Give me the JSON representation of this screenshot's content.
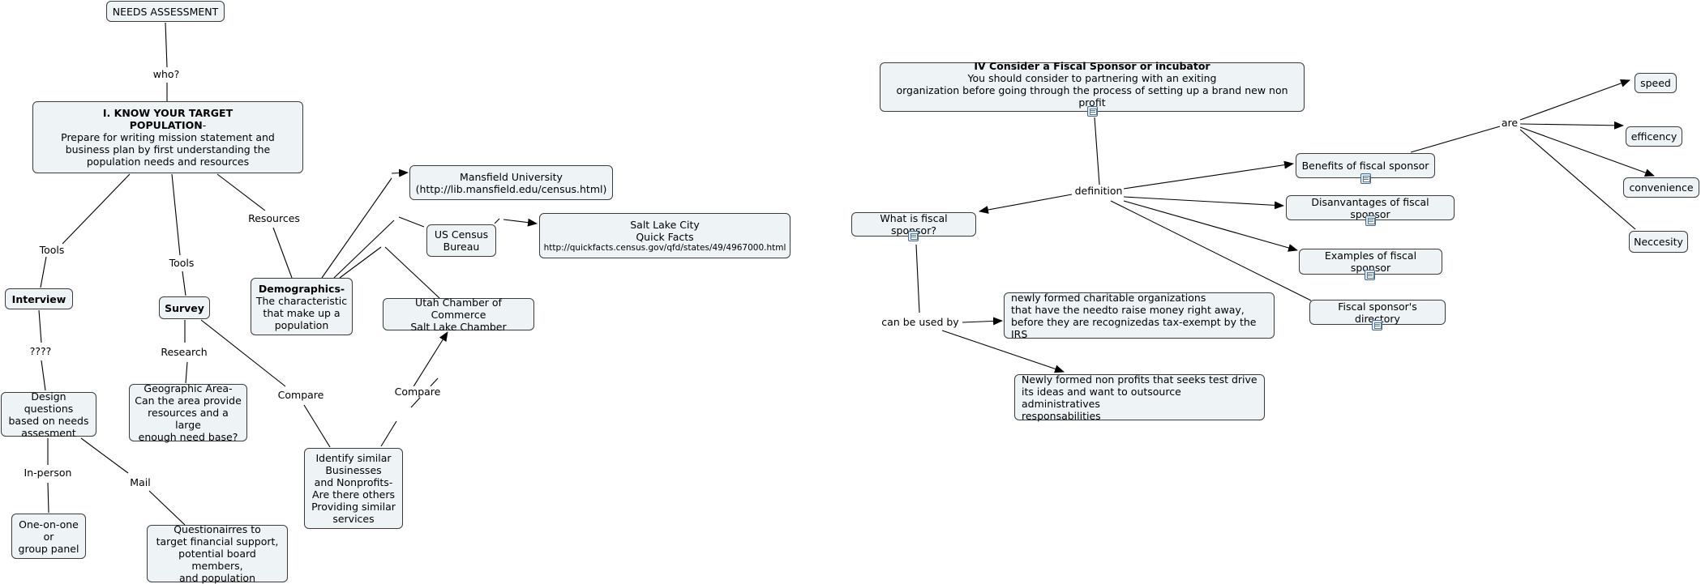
{
  "left_map": {
    "needs_assessment": "NEEDS ASSESSMENT",
    "who_label": "who?",
    "know_population": {
      "title": "I.  KNOW YOUR TARGET",
      "title2": "POPULATION",
      "dash": "-",
      "body": [
        "Prepare for writing mission statement and",
        "business plan by first understanding the",
        "population needs and resources"
      ]
    },
    "tools_label_1": "Tools",
    "tools_label_2": "Tools",
    "resources_label": "Resources",
    "interview": "Interview",
    "survey": "Survey",
    "demographics": {
      "title": "Demographics-",
      "body": [
        "The characteristic",
        "that make up a",
        "population"
      ]
    },
    "unknown_label": "????",
    "research_label": "Research",
    "compare_label_1": "Compare",
    "compare_label_2": "Compare",
    "design_questions": [
      "Design questions",
      "based on needs",
      "assesment"
    ],
    "geographic_area": [
      "Geographic Area-",
      "Can the area provide",
      "resources and a large",
      "enough need base?"
    ],
    "in_person_label": "In-person",
    "mail_label": "Mail",
    "one_on_one": [
      "One-on-one",
      "or",
      "group panel"
    ],
    "questionnaires": [
      "Questionairres to",
      "target financial support,",
      "potential board members,",
      "and population"
    ],
    "identify_similar": [
      "Identify similar",
      "Businesses",
      "and Nonprofits-",
      "Are there others",
      "Providing similar",
      "services"
    ],
    "mansfield": [
      "Mansfield University",
      "(http://lib.mansfield.edu/census.html)"
    ],
    "us_census": [
      "US Census",
      "Bureau"
    ],
    "salt_lake_city": [
      "Salt Lake City",
      "Quick Facts"
    ],
    "salt_lake_url": "http://quickfacts.census.gov/qfd/states/49/4967000.html",
    "utah_chamber": [
      "Utah Chamber of Commerce",
      "Salt Lake Chamber"
    ]
  },
  "right_map": {
    "fiscal_sponsor": {
      "title": "IV Consider a Fiscal Sponsor or incubator",
      "body": [
        "You should consider to partnering with an exiting",
        "organization before going through the process of setting up a brand new non profit"
      ]
    },
    "definition_label": "definition",
    "what_is": "What is fiscal sponsor?",
    "benefits": "Benefits of fiscal sponsor",
    "disadvantages": "Disanvantages of fiscal sponsor",
    "examples": "Examples of fiscal sponsor",
    "directory": "Fiscal sponsor's directory",
    "are_label": "are",
    "speed": "speed",
    "efficency": "efficency",
    "convenience": "convenience",
    "neccesity": "Neccesity",
    "can_be_used_label": "can be used by",
    "newly_formed_charitable": [
      "newly formed charitable organizations",
      "that have the needto raise money right away,",
      "before they are recognizedas tax-exempt by the IRS"
    ],
    "newly_formed_nonprofits": [
      "Newly formed non profits that seeks test drive",
      "its ideas and want to outsource administratives",
      "responsabilities"
    ]
  },
  "icons": {
    "resource_icon": "document-icon"
  },
  "colors": {
    "node_fill": "#eef3f6",
    "node_border": "#3c3c3c",
    "line": "#000000"
  }
}
